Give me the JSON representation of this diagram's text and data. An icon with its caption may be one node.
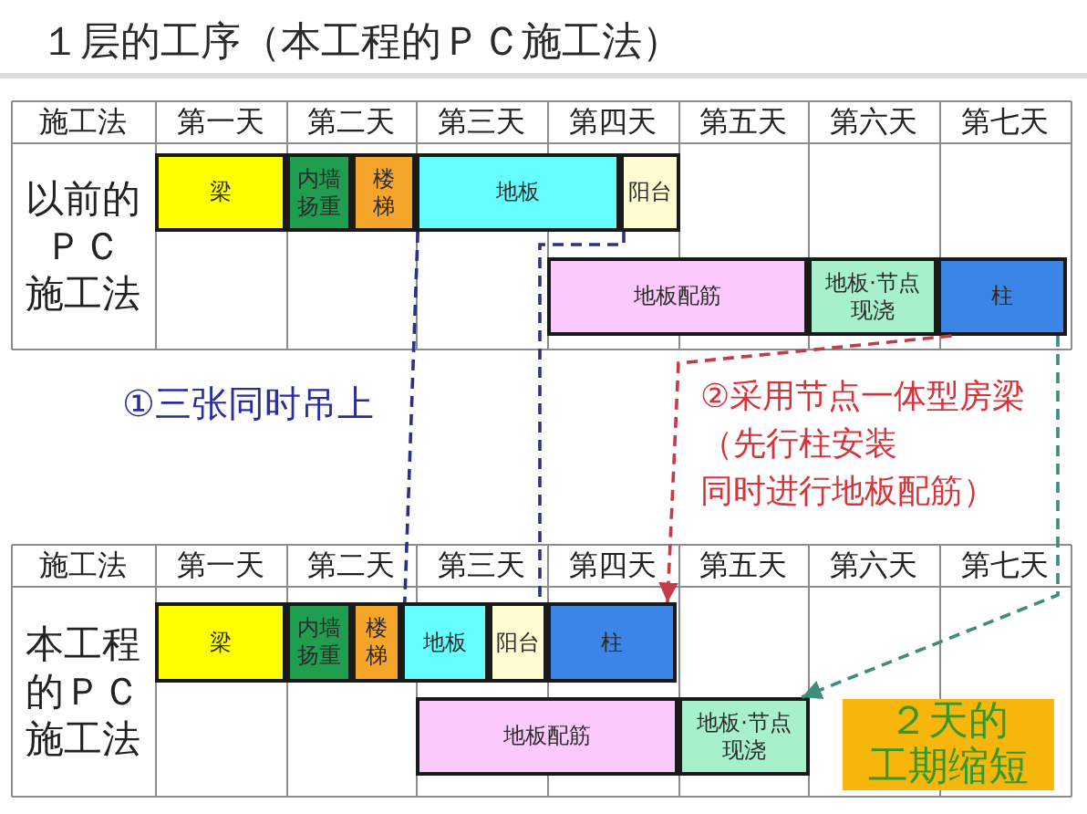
{
  "diagram": {
    "title": "１层的工序（本工程的ＰＣ施工法）",
    "nodes": [
      {
        "text": [
          "梁"
        ]
      },
      {
        "text": [
          "内墙扬重"
        ]
      },
      {
        "text": [
          "楼梯"
        ]
      },
      {
        "text": [
          "地板"
        ]
      },
      {
        "text": [
          "阳台"
        ]
      },
      {
        "text": [
          "地板配筋"
        ]
      },
      {
        "text": [
          "地板·节点现浇"
        ]
      },
      {
        "text": [
          "柱"
        ]
      },
      {
        "text": [
          "梁"
        ]
      },
      {
        "text": [
          "内墙扬重"
        ]
      },
      {
        "text": [
          "楼梯"
        ]
      },
      {
        "text": [
          "地板"
        ]
      },
      {
        "text": [
          "阳台"
        ]
      },
      {
        "text": [
          "柱"
        ]
      },
      {
        "text": [
          "地板配筋"
        ]
      },
      {
        "text": [
          "地板·节点现浇"
        ]
      },
      {
        "text": [
          "２天的工期缩短"
        ]
      }
    ],
    "edges": [
      {
        "from": 3,
        "to": 11,
        "arrow": "none",
        "style": "dashed"
      },
      {
        "from": 4,
        "to": 12,
        "arrow": "none",
        "style": "dashed"
      },
      {
        "from": 7,
        "to": 13,
        "arrow": "to",
        "style": "dashed",
        "color": "#c8394a"
      },
      {
        "from": 7,
        "to": 15,
        "arrow": "to",
        "style": "dashed",
        "color": "#3d8c7c"
      }
    ],
    "labels": [
      "施工法",
      "第一天",
      "第二天",
      "第三天",
      "第四天",
      "第五天",
      "第六天",
      "第七天",
      "以前的ＰＣ施工法",
      "①三张同时吊上",
      "②采用节点一体型房梁（先行柱安装同时进行地板配筋）",
      "施工法",
      "第一天",
      "第二天",
      "第三天",
      "第四天",
      "第五天",
      "第六天",
      "第七天",
      "本工程的ＰＣ施工法"
    ]
  }
}
